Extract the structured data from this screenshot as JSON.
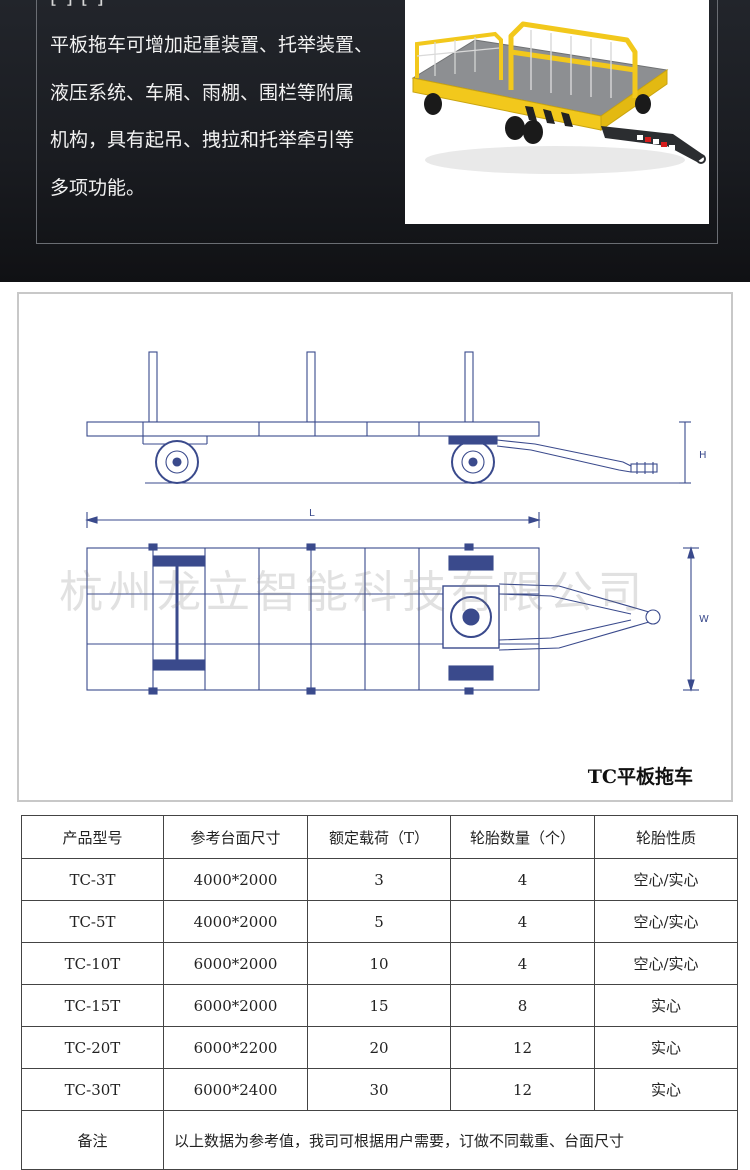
{
  "banner": {
    "top_partial_line": "[ ] [ ]",
    "lines": [
      "平板拖车可增加起重装置、托举装置、",
      "液压系统、车厢、雨棚、围栏等附属",
      "机构，具有起吊、拽拉和托举牵引等",
      "多项功能。"
    ]
  },
  "drawing": {
    "watermark": "杭州龙立智能科技有限公司",
    "caption": "TC平板拖车",
    "dim_h": "H",
    "dim_l": "L",
    "dim_w": "W"
  },
  "spec_table": {
    "headers": [
      "产品型号",
      "参考台面尺寸",
      "额定载荷（T）",
      "轮胎数量（个）",
      "轮胎性质"
    ],
    "rows": [
      [
        "TC-3T",
        "4000*2000",
        "3",
        "4",
        "空心/实心"
      ],
      [
        "TC-5T",
        "4000*2000",
        "5",
        "4",
        "空心/实心"
      ],
      [
        "TC-10T",
        "6000*2000",
        "10",
        "4",
        "空心/实心"
      ],
      [
        "TC-15T",
        "6000*2000",
        "15",
        "8",
        "实心"
      ],
      [
        "TC-20T",
        "6000*2200",
        "20",
        "12",
        "实心"
      ],
      [
        "TC-30T",
        "6000*2400",
        "30",
        "12",
        "实心"
      ]
    ],
    "remark_label": "备注",
    "remark_text": "以上数据为参考值，我司可根据用户需要，订做不同载重、台面尺寸"
  },
  "colors": {
    "banner_bg": "#1c1e23",
    "trailer_yellow": "#f2c81c",
    "deck_gray": "#8d8f92",
    "drawing_blue": "#3a4a8c"
  }
}
